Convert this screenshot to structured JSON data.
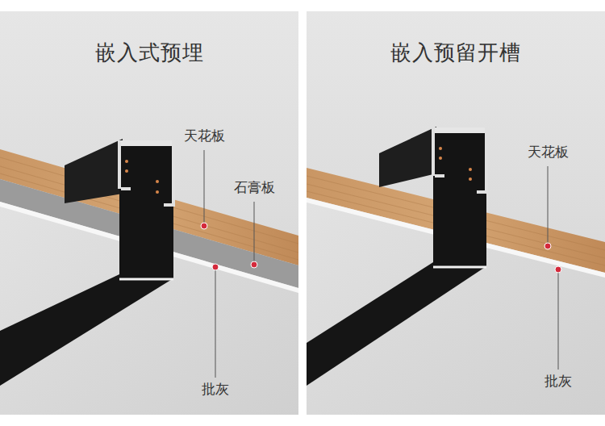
{
  "diagram": {
    "labels": [
      "嵌入式预埋",
      "天花板",
      "石膏板",
      "批灰",
      "嵌入预留开槽",
      "天花板",
      "批灰"
    ]
  }
}
